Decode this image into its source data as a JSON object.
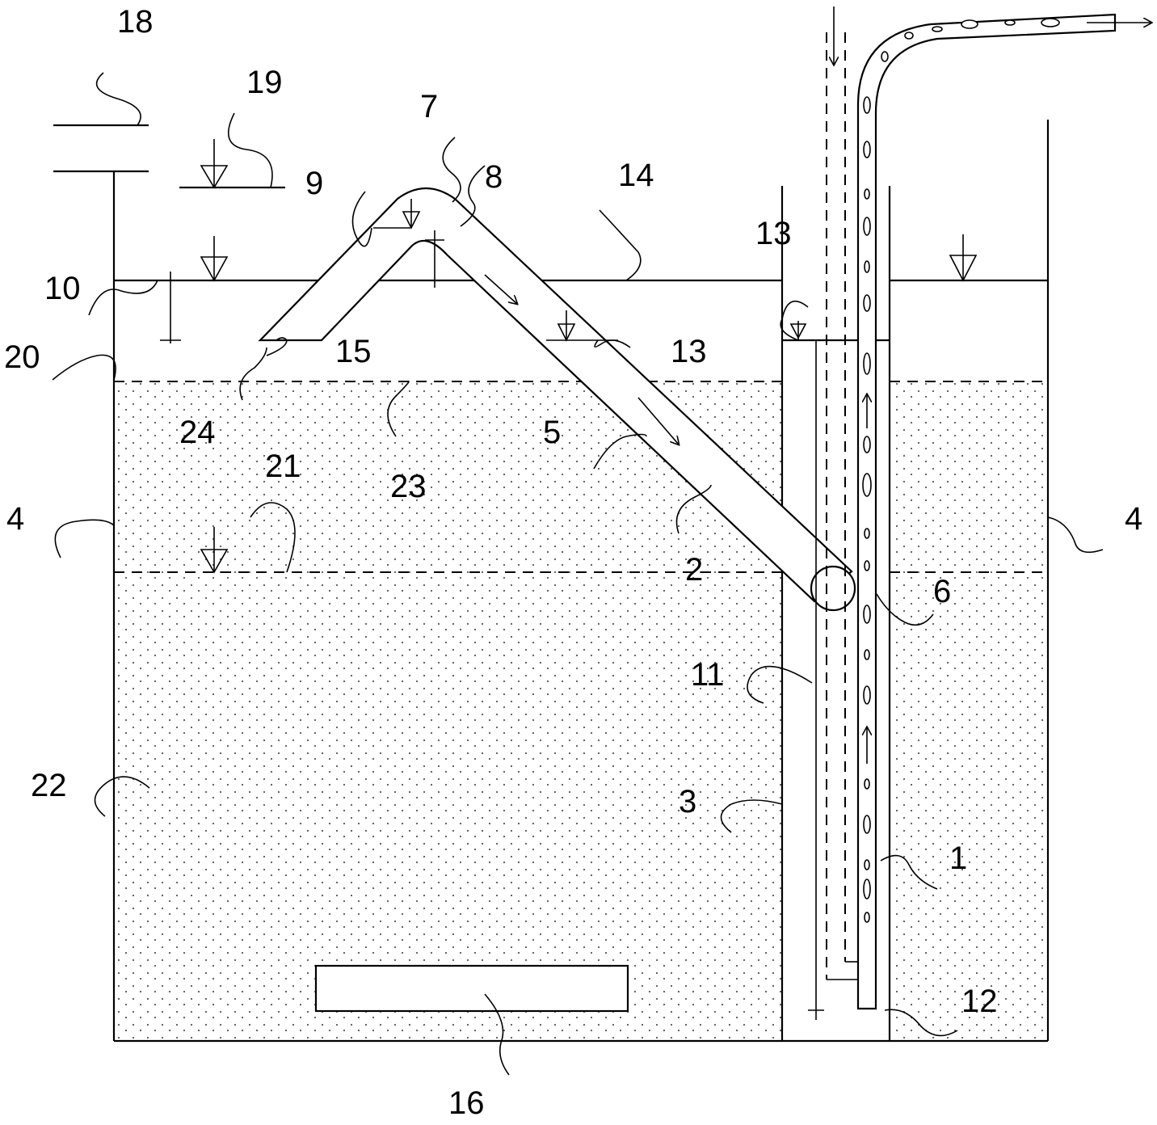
{
  "labels": {
    "l1": "1",
    "l2": "2",
    "l3": "3",
    "l4a": "4",
    "l4b": "4",
    "l5": "5",
    "l6": "6",
    "l7": "7",
    "l8": "8",
    "l9": "9",
    "l10": "10",
    "l11": "11",
    "l12": "12",
    "l13a": "13",
    "l13b": "13",
    "l14": "14",
    "l15": "15",
    "l16": "16",
    "l18": "18",
    "l19": "19",
    "l20": "20",
    "l21": "21",
    "l22": "22",
    "l23": "23",
    "l24": "24"
  },
  "colors": {
    "line": "#000000",
    "background": "#ffffff",
    "stipple": "#555555"
  }
}
